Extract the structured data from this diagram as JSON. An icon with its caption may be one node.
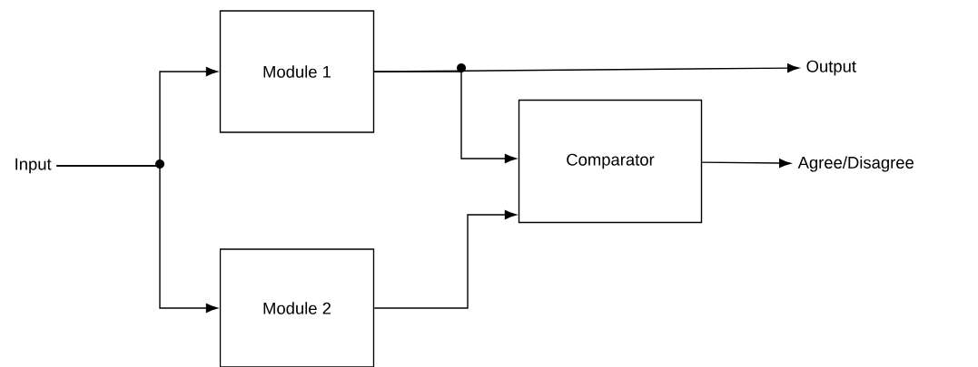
{
  "diagram": {
    "nodes": [
      {
        "text": [
          "Input"
        ]
      },
      {
        "text": [
          "Module 1"
        ]
      },
      {
        "text": [
          "Module 2"
        ]
      },
      {
        "text": [
          "Comparator"
        ]
      },
      {
        "text": [
          "Output"
        ]
      },
      {
        "text": [
          "Agree/Disagree"
        ]
      }
    ],
    "edges": [
      {
        "from": 0,
        "to": 1,
        "arrow": "to"
      },
      {
        "from": 0,
        "to": 2,
        "arrow": "to"
      },
      {
        "from": 1,
        "to": 4,
        "arrow": "to"
      },
      {
        "from": 1,
        "to": 3,
        "arrow": "to"
      },
      {
        "from": 2,
        "to": 3,
        "arrow": "to"
      },
      {
        "from": 3,
        "to": 5,
        "arrow": "to"
      }
    ]
  }
}
